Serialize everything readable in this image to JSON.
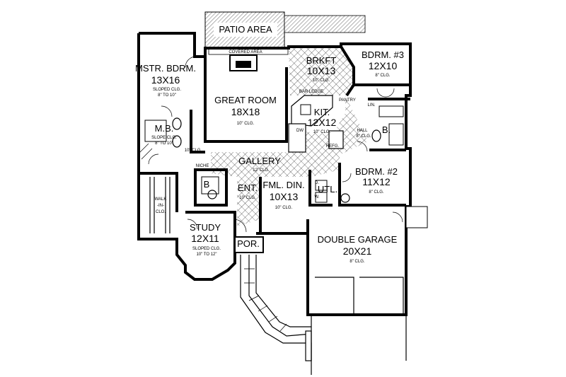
{
  "rooms": {
    "patio": {
      "name": "PATIO AREA"
    },
    "covered": {
      "name": "COVERED AREA"
    },
    "master": {
      "name": "MSTR. BDRM.",
      "dim": "13X16",
      "clg1": "SLOPED CLG.",
      "clg2": "8\" TO 10\""
    },
    "great": {
      "name": "GREAT ROOM",
      "dim": "18X18",
      "clg": "10\" CLG."
    },
    "brkft": {
      "name": "BRKFT",
      "dim": "10X13",
      "clg": "10\" CLG."
    },
    "bdrm3": {
      "name": "BDRM. #3",
      "dim": "12X10",
      "clg": "8\" CLG."
    },
    "kit": {
      "name": "KIT.",
      "dim": "12X12",
      "clg": "10\" CLG."
    },
    "mb": {
      "name": "M.B.",
      "clg1": "SLOPE CLG.",
      "clg2": "8\" TO 10\""
    },
    "hall": {
      "name": "HALL",
      "clg": "8\" CLG."
    },
    "bdrm2": {
      "name": "BDRM. #2",
      "dim": "11X12",
      "clg": "8\" CLG."
    },
    "gallery": {
      "name": "GALLERY",
      "clg": "12' CLG."
    },
    "ent": {
      "name": "ENT.",
      "clg": "10' CLG."
    },
    "fml": {
      "name": "FML. DIN.",
      "dim": "10X13",
      "clg": "10\" CLG."
    },
    "utl": {
      "name": "UTL."
    },
    "study": {
      "name": "STUDY",
      "dim": "12X11",
      "clg1": "SLOPED CLG.",
      "clg2": "10\" TO 12\""
    },
    "por": {
      "name": "POR."
    },
    "garage": {
      "name": "DOUBLE GARAGE",
      "dim": "20X21",
      "clg": "8\" CLG."
    }
  },
  "notes": {
    "bar_ledge": "BAR LEDGE",
    "pantry": "PANTRY",
    "lin": "LIN.",
    "bath_b": "B.",
    "dw": "DW",
    "refg": "REFG.",
    "niche": "NICHE",
    "clg_10": "10\" CLG.",
    "b_half": "B",
    "walk": "WALK",
    "in": "-IN-",
    "clo": "CLO.",
    "d": "D.",
    "w": "W."
  }
}
